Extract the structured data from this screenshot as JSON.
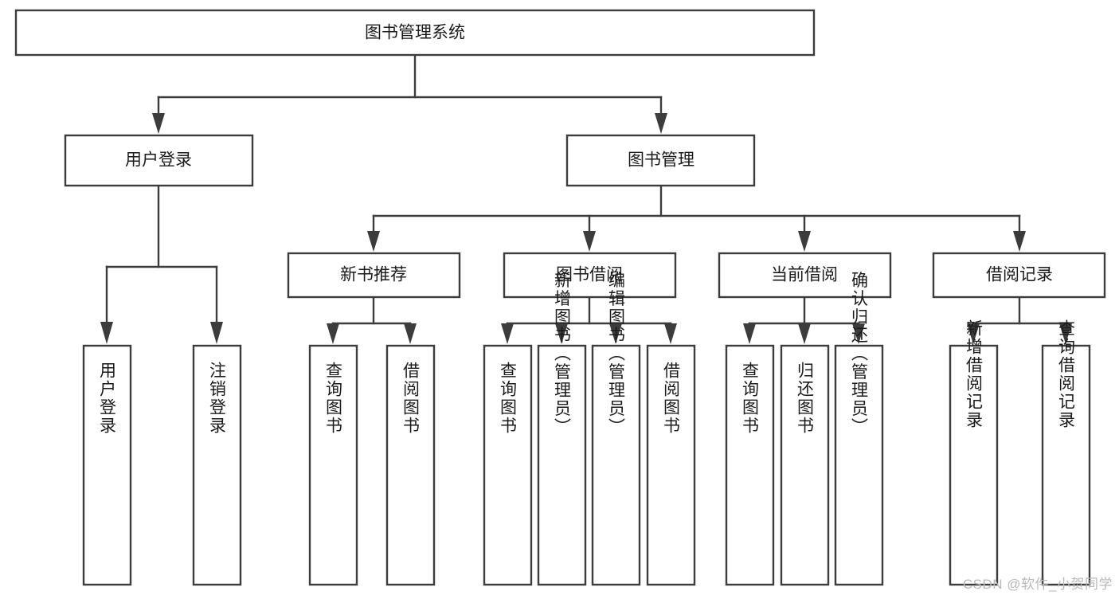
{
  "diagram": {
    "type": "tree-hierarchy",
    "title": "图书管理系统",
    "orientation": "top-down",
    "colors": {
      "box_fill": "#ffffff",
      "box_stroke": "#3c3c3c",
      "text": "#1a1a1a",
      "background": "#ffffff",
      "watermark": "#b9b9b9"
    },
    "root": {
      "label": "图书管理系统"
    },
    "level1": [
      {
        "label": "用户登录"
      },
      {
        "label": "图书管理"
      }
    ],
    "level2": [
      {
        "label": "新书推荐"
      },
      {
        "label": "图书借阅"
      },
      {
        "label": "当前借阅"
      },
      {
        "label": "借阅记录"
      }
    ],
    "leaves": {
      "user_login": [
        {
          "label": "用户登录"
        },
        {
          "label": "注销登录"
        }
      ],
      "new_book_recommend": [
        {
          "label": "查询图书"
        },
        {
          "label": "借阅图书"
        }
      ],
      "book_borrow": [
        {
          "label": "查询图书"
        },
        {
          "label": "新增图书（管理员）"
        },
        {
          "label": "编辑图书（管理员）"
        },
        {
          "label": "借阅图书"
        }
      ],
      "current_borrow": [
        {
          "label": "查询图书"
        },
        {
          "label": "归还图书"
        },
        {
          "label": "确认归还（管理员）"
        }
      ],
      "borrow_record": [
        {
          "label": "新增借阅记录"
        },
        {
          "label": "查询借阅记录"
        }
      ]
    }
  },
  "watermark": {
    "text": "CSDN @软件_小贺同学"
  }
}
